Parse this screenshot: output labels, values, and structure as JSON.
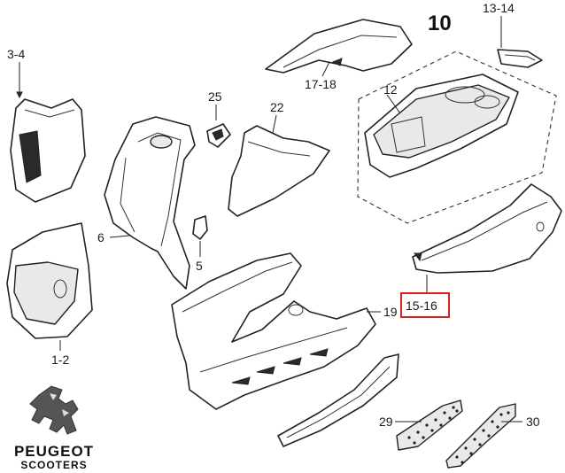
{
  "labels": {
    "l10": "10",
    "l13_14": "13-14",
    "l3_4": "3-4",
    "l17_18": "17-18",
    "l25": "25",
    "l22": "22",
    "l12": "12",
    "l6": "6",
    "l5": "5",
    "l15_16": "15-16",
    "l19": "19",
    "l1_2": "1-2",
    "l29": "29",
    "l30": "30"
  },
  "brand": {
    "name": "PEUGEOT",
    "sub": "SCOOTERS"
  },
  "colors": {
    "highlight": "#d42020",
    "line": "#222222"
  }
}
